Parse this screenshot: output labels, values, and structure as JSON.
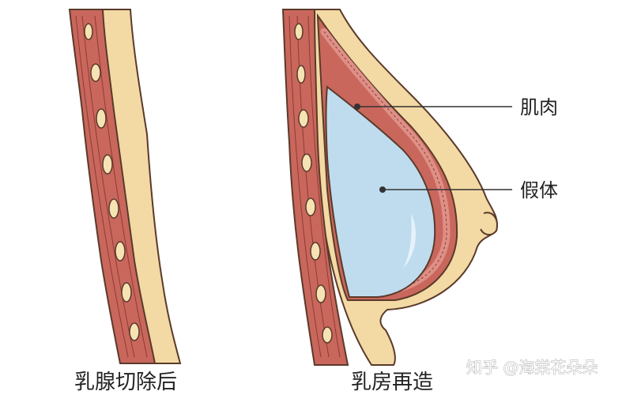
{
  "captions": {
    "left": "乳腺切除后",
    "right": "乳房再造"
  },
  "callouts": {
    "muscle": "肌肉",
    "implant": "假体"
  },
  "watermark": "知乎 @海棠花朵朵",
  "colors": {
    "skin": "#f3d9a4",
    "skin_outline": "#5a3a2a",
    "muscle": "#c9675d",
    "muscle_light": "#de8f86",
    "fat_nodule": "#f6e3b4",
    "implant": "#bfdcee",
    "implant_highlight": "#e6f2fa",
    "line": "#333333"
  }
}
